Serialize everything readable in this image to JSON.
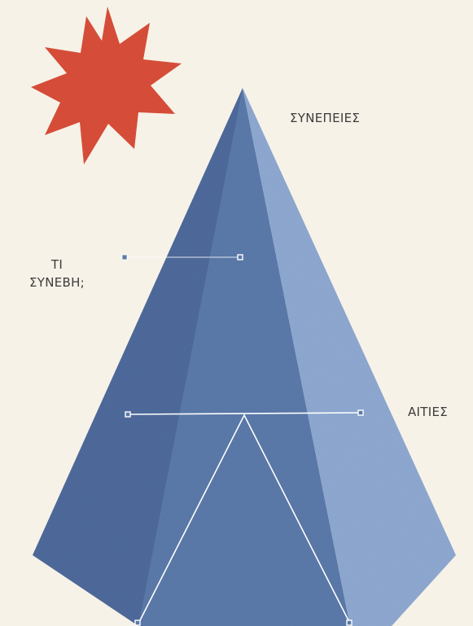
{
  "labels": {
    "consequences": "ΣΥΝΕΠΕΙΕΣ",
    "what_happened_line1": "ΤΙ",
    "what_happened_line2": "ΣΥΝΕΒΗ;",
    "causes": "ΑΙΤΙΕΣ"
  },
  "colors": {
    "background": "#f7f2e8",
    "star": "#d9503a",
    "face_left": "#4f6b9b",
    "face_middle": "#5b7aaa",
    "face_right": "#8fa9d2",
    "connector": "#ffffff",
    "text": "#3c3c3c"
  },
  "icons": {
    "star": "starburst-icon"
  }
}
